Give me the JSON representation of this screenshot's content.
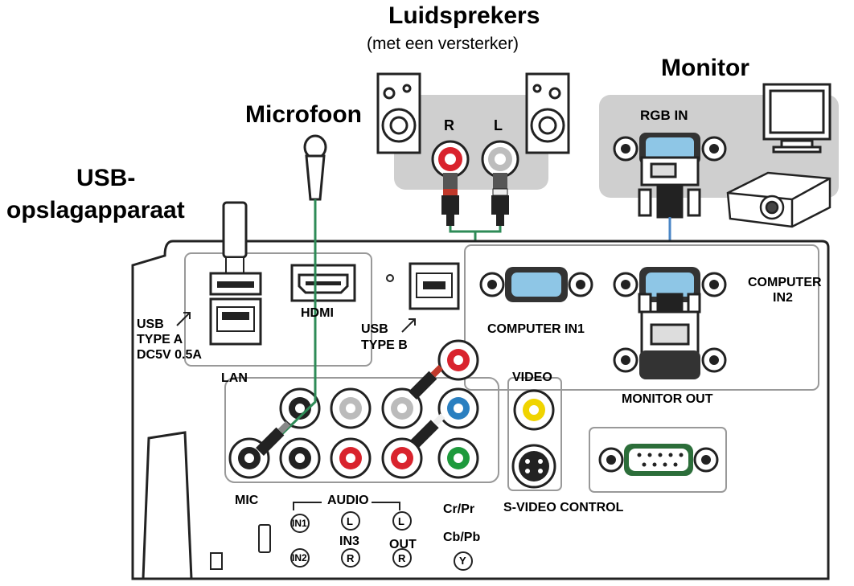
{
  "headings": {
    "speakers": "Luidsprekers",
    "speakers_sub": "(met een versterker)",
    "monitor": "Monitor",
    "microphone": "Microfoon",
    "usb_storage_line1": "USB-",
    "usb_storage_line2": "opslagapparaat"
  },
  "speaker_channels": {
    "right": "R",
    "left": "L"
  },
  "monitor_port": "RGB IN",
  "panel_labels": {
    "usb_type_a_1": "USB",
    "usb_type_a_2": "TYPE A",
    "usb_type_a_3": "DC5V 0.5A",
    "lan": "LAN",
    "hdmi": "HDMI",
    "usb_type_b_1": "USB",
    "usb_type_b_2": "TYPE B",
    "computer_in1": "COMPUTER IN1",
    "computer_in2_1": "COMPUTER",
    "computer_in2_2": "IN2",
    "monitor_out": "MONITOR OUT",
    "video": "VIDEO",
    "mic": "MIC",
    "audio": "AUDIO",
    "in1": "IN1",
    "in2": "IN2",
    "in3": "IN3",
    "in3_l": "L",
    "in3_r": "R",
    "out": "OUT",
    "out_l": "L",
    "out_r": "R",
    "cr_pr": "Cr/Pr",
    "cb_pb": "Cb/Pb",
    "y": "Y",
    "s_video_control": "S-VIDEO CONTROL"
  },
  "colors": {
    "cable_green": "#2e8b57",
    "cable_blue": "#4a86c6",
    "jack_red": "#d9232d",
    "jack_blue": "#2a7fc0",
    "jack_green": "#1e9a3c",
    "jack_yellow": "#f0d400",
    "gray_area": "#cfcfcf"
  }
}
